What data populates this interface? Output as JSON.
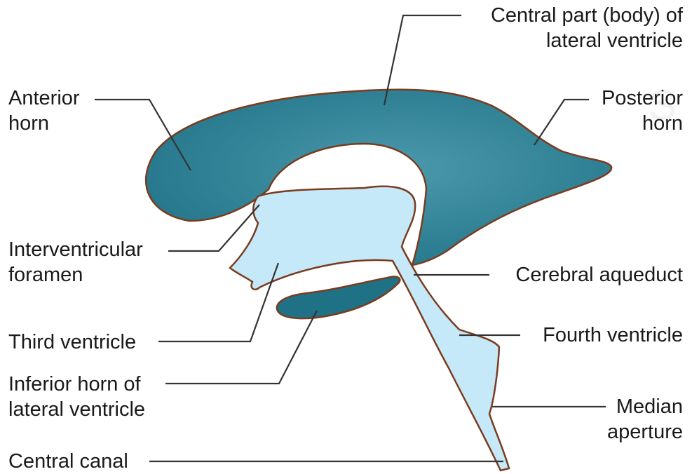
{
  "labels": {
    "central_part": [
      "Central part (body) of",
      "lateral ventricle"
    ],
    "anterior_horn": [
      "Anterior",
      "horn"
    ],
    "posterior_horn": [
      "Posterior",
      "horn"
    ],
    "interventricular_foramen": [
      "Interventricular",
      "foramen"
    ],
    "cerebral_aqueduct": "Cerebral aqueduct",
    "third_ventricle": "Third ventricle",
    "fourth_ventricle": "Fourth ventricle",
    "inferior_horn": [
      "Inferior horn of",
      "lateral ventricle"
    ],
    "median_aperture": [
      "Median",
      "aperture"
    ],
    "central_canal": "Central canal"
  },
  "colors": {
    "lateral_ventricle": "#1f7186",
    "lateral_ventricle_highlight": "#4a98ab",
    "csf_cavity": "#c5e9f8",
    "outline": "#7a3b1e",
    "leader_line": "#333333"
  }
}
